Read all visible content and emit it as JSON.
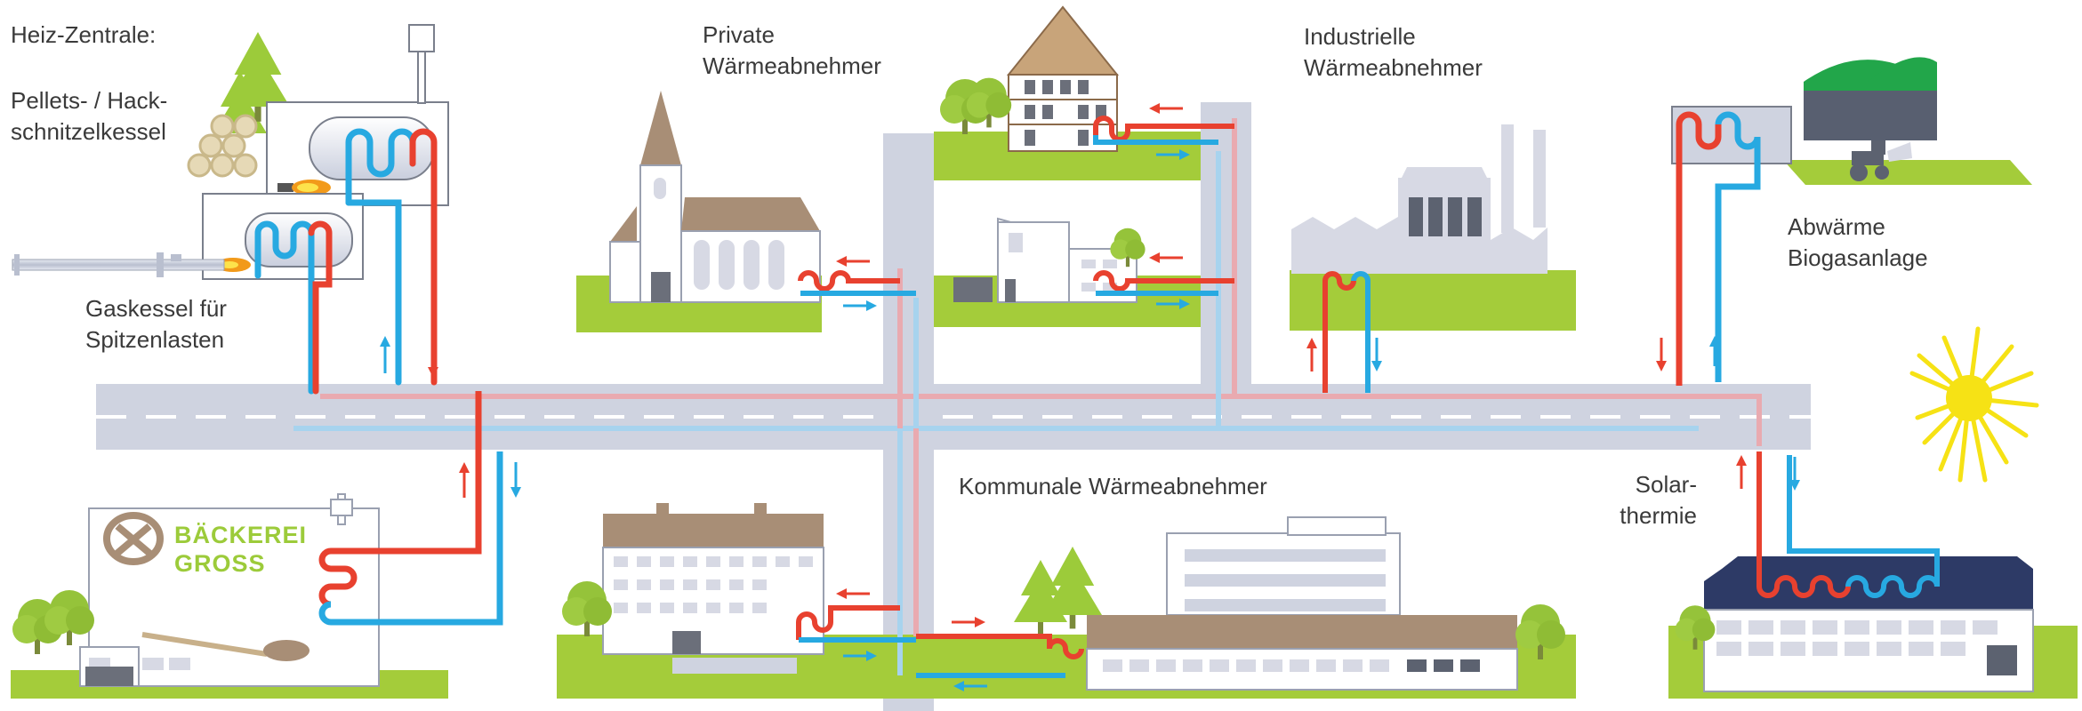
{
  "labels": {
    "heiz_zentrale": "Heiz-Zentrale:",
    "pellets_line1": "Pellets- / Hack-",
    "pellets_line2": "schnitzelkessel",
    "gaskessel_line1": "Gaskessel für",
    "gaskessel_line2": "Spitzenlasten",
    "private_line1": "Private",
    "private_line2": "Wärmeabnehmer",
    "industrie_line1": "Industrielle",
    "industrie_line2": "Wärmeabnehmer",
    "abwaerme_line1": "Abwärme",
    "abwaerme_line2": "Biogasanlage",
    "kommunal": "Kommunale Wärmeabnehmer",
    "solar_line1": "Solar-",
    "solar_line2": "thermie"
  },
  "bakery": {
    "name_line1": "BÄCKEREI",
    "name_line2": "GROSS"
  },
  "colors": {
    "supply_hot": "#e8412f",
    "return_cold": "#27a9e1",
    "pipe_supply_faded": "#e9aab0",
    "pipe_return_faded": "#a7d3ee",
    "road": "#cfd3e0",
    "ground": "#a4cc3a",
    "building": "#d7d9e4",
    "tree": "#95c33a",
    "sun": "#f6e215"
  },
  "icons": [
    "tree-icon",
    "sun-icon",
    "tractor-icon",
    "pretzel-icon",
    "flame-icon",
    "heat-exchanger-icon",
    "arrow-icon"
  ]
}
